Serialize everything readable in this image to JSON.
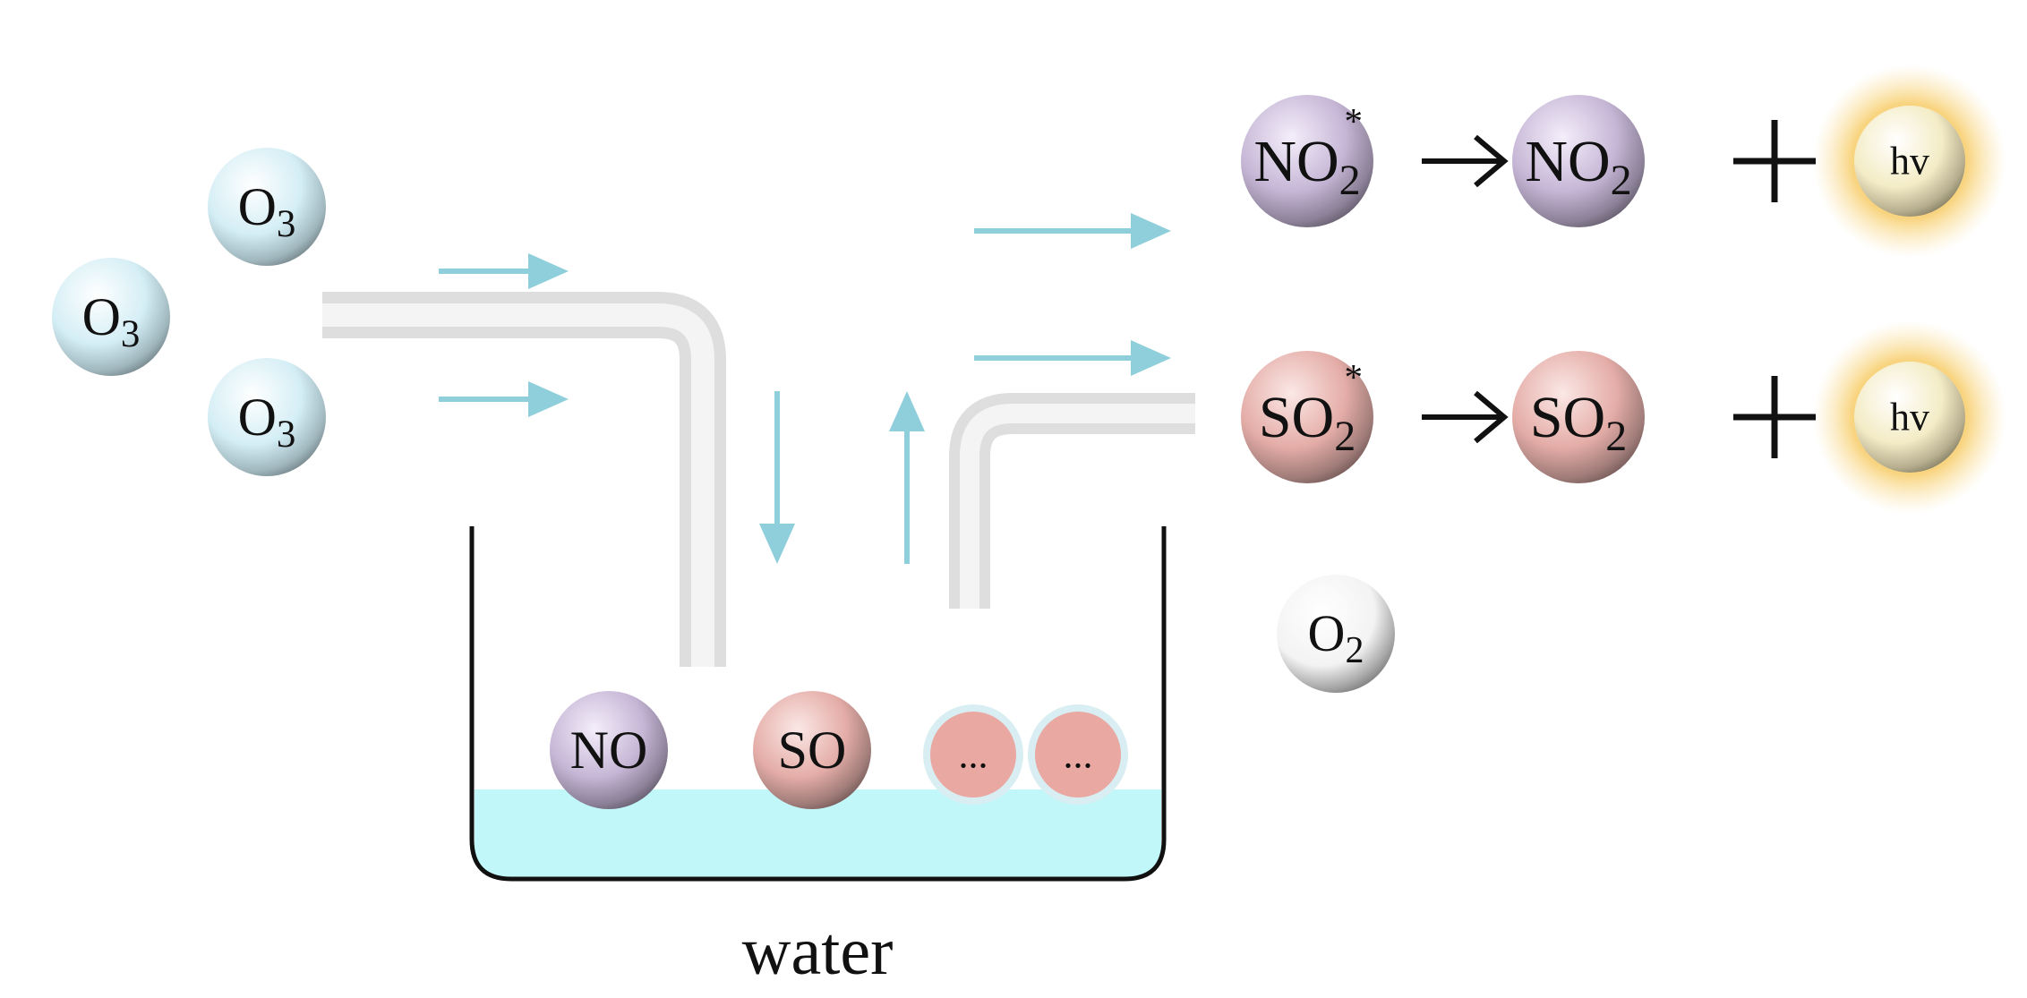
{
  "colors": {
    "ozone": "#cfe9f2",
    "nitrogen": "#c8b8d8",
    "sulfur": "#e6aaa6",
    "unknown": "#e9a8a2",
    "oxygen": "#f2f2f2",
    "photon": "#f2e7b8",
    "photon_glow": "#f7cd6a",
    "arrow": "#8fcfdc",
    "water": "#c2f7f9",
    "tube": "#e3e3e3"
  },
  "molecules": {
    "ozone_1": {
      "main": "O",
      "sub": "3"
    },
    "ozone_2": {
      "main": "O",
      "sub": "3"
    },
    "ozone_3": {
      "main": "O",
      "sub": "3"
    },
    "no_in_water": {
      "main": "NO"
    },
    "so_in_water": {
      "main": "SO"
    },
    "other_1": {
      "main": "..."
    },
    "other_2": {
      "main": "..."
    },
    "no2_excited": {
      "main": "NO",
      "sub": "2",
      "sup": "*"
    },
    "no2_ground": {
      "main": "NO",
      "sub": "2"
    },
    "so2_excited": {
      "main": "SO",
      "sub": "2",
      "sup": "*"
    },
    "so2_ground": {
      "main": "SO",
      "sub": "2"
    },
    "oxygen": {
      "main": "O",
      "sub": "2"
    },
    "photon_1": {
      "main": "hv"
    },
    "photon_2": {
      "main": "hv"
    }
  },
  "operators": {
    "reaction_arrow": "→",
    "plus": "+"
  },
  "labels": {
    "water": "water"
  }
}
